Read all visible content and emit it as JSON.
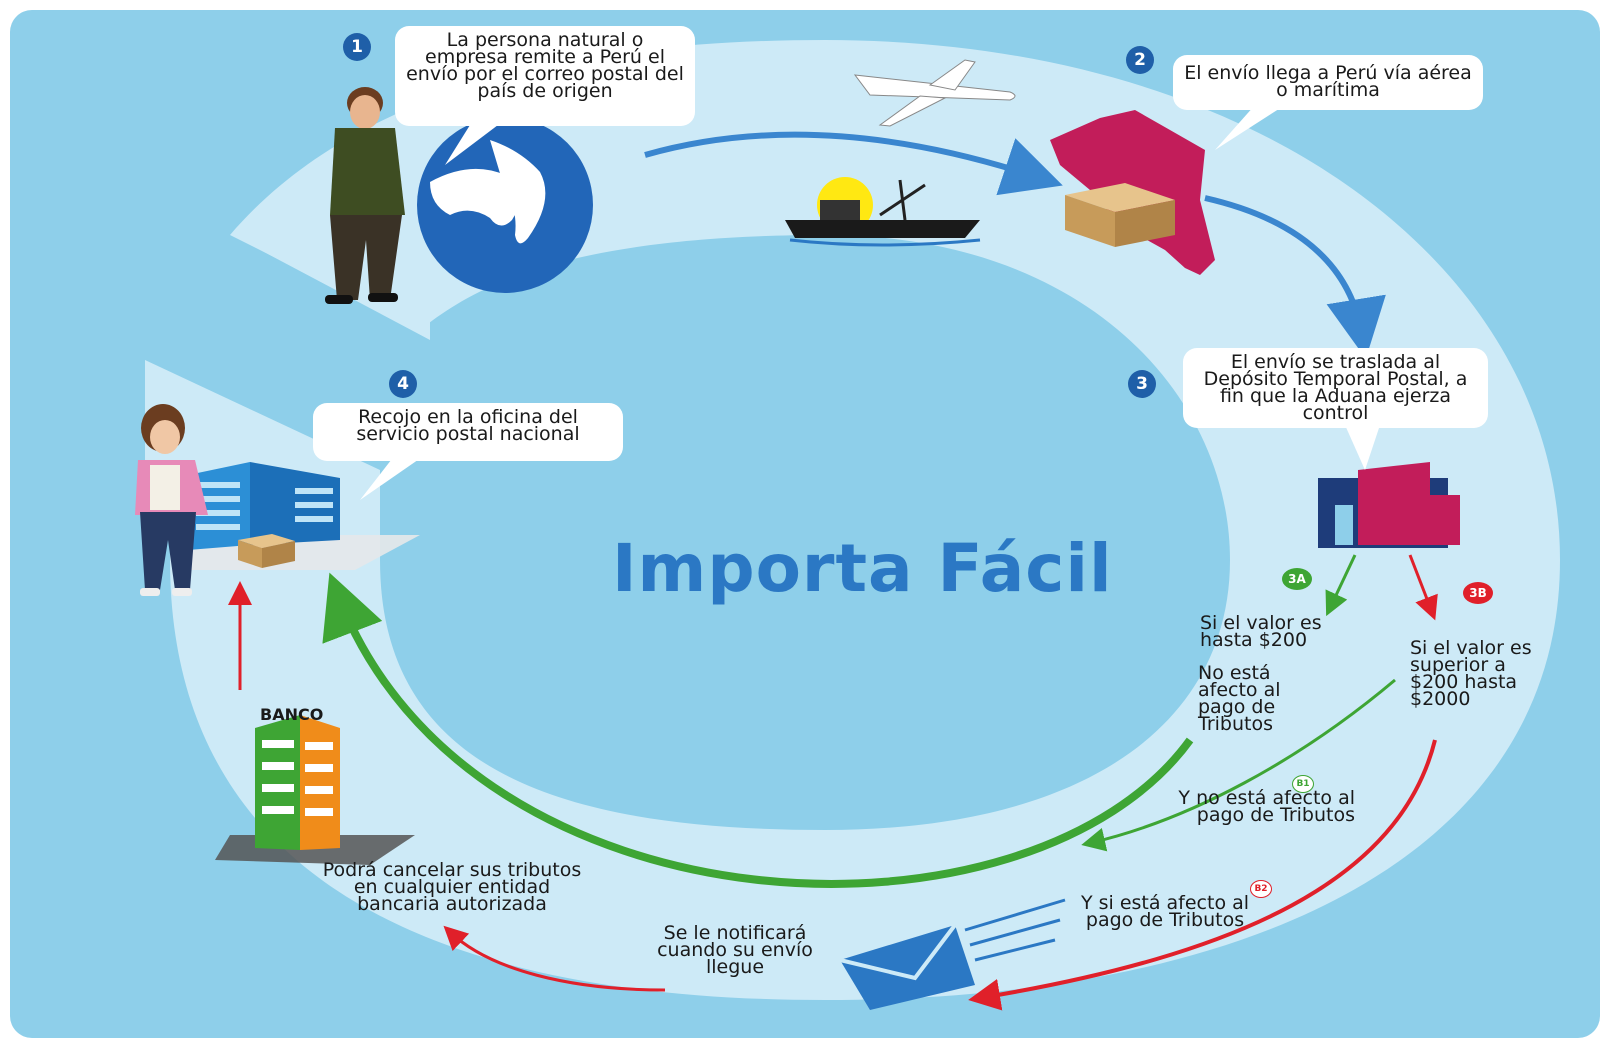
{
  "title": "Importa Fácil",
  "steps": {
    "s1": {
      "number": "1",
      "text": "La persona natural o empresa remite a Perú el envío por el correo postal del país de origen"
    },
    "s2": {
      "number": "2",
      "text": "El envío llega a Perú vía aérea o marítima"
    },
    "s3": {
      "number": "3",
      "text": "El envío se traslada al Depósito Temporal Postal, a fin que la Aduana ejerza control"
    },
    "s4": {
      "number": "4",
      "text": "Recojo en la oficina del servicio postal nacional"
    }
  },
  "branches": {
    "b3a": {
      "tag": "3A",
      "condition": "Si el valor es hasta $200",
      "result": "No está afecto al pago de Tributos"
    },
    "b3b": {
      "tag": "3B",
      "condition": "Si el valor es superior a $200 hasta $2000"
    },
    "b1": {
      "tag": "B1",
      "text": "Y no está afecto al pago de Tributos"
    },
    "b2": {
      "tag": "B2",
      "text": "Y si está afecto al pago de Tributos"
    }
  },
  "notify": "Se le notificará cuando su envío llegue",
  "bank_label": "BANCO",
  "bank_text": "Podrá cancelar sus tributos en cualquier entidad bancaria autorizada",
  "colors": {
    "background": "#8ecfea",
    "ring": "#cdeaf7",
    "blue": "#2b78c4",
    "green": "#3ea534",
    "red": "#e0202a",
    "step_badge": "#1f5fa8"
  }
}
